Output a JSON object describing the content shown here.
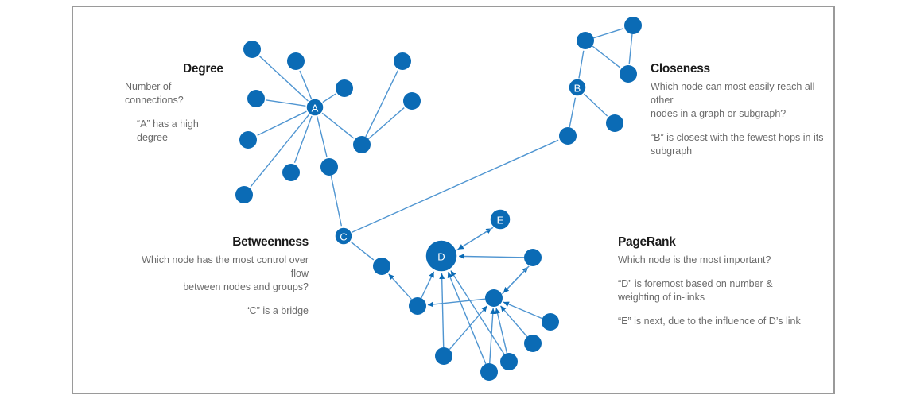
{
  "colors": {
    "node": "#0b6bb5",
    "edge": "#4f95d1",
    "frame": "#9a9a9a",
    "title_text": "#1a1a1a",
    "body_text": "#6b6b6b"
  },
  "sections": {
    "degree": {
      "title": "Degree",
      "question": "Number of connections?",
      "lines": [
        "“A” has a high degree"
      ]
    },
    "closeness": {
      "title": "Closeness",
      "question_lines": [
        "Which node can most easily reach all other",
        "nodes in a graph or subgraph?"
      ],
      "lines": [
        "“B” is closest with the fewest hops in its",
        "subgraph"
      ]
    },
    "betweenness": {
      "title": "Betweenness",
      "question_lines": [
        "Which node has the most control over flow",
        "between nodes and groups?"
      ],
      "lines": [
        "“C”  is  a bridge"
      ]
    },
    "pagerank": {
      "title": "PageRank",
      "question": "Which node is the most important?",
      "lines": [
        "“D” is foremost based on number &",
        "weighting of in-links"
      ],
      "lines2": [
        "“E” is next, due to the influence of D’s link"
      ]
    }
  },
  "graph": {
    "nodes": [
      {
        "id": "A",
        "label": "A",
        "size": "small"
      },
      {
        "id": "a1",
        "label": ""
      },
      {
        "id": "a2",
        "label": ""
      },
      {
        "id": "a3",
        "label": ""
      },
      {
        "id": "a4",
        "label": ""
      },
      {
        "id": "a5",
        "label": ""
      },
      {
        "id": "a6",
        "label": ""
      },
      {
        "id": "a7",
        "label": ""
      },
      {
        "id": "a8",
        "label": ""
      },
      {
        "id": "h2",
        "label": ""
      },
      {
        "id": "h2a",
        "label": ""
      },
      {
        "id": "h2b",
        "label": ""
      },
      {
        "id": "C",
        "label": "C"
      },
      {
        "id": "B",
        "label": "B"
      },
      {
        "id": "b1",
        "label": ""
      },
      {
        "id": "b2",
        "label": ""
      },
      {
        "id": "b3",
        "label": ""
      },
      {
        "id": "b4",
        "label": ""
      },
      {
        "id": "b5",
        "label": ""
      },
      {
        "id": "D",
        "label": "D",
        "size": "large"
      },
      {
        "id": "E",
        "label": "E"
      },
      {
        "id": "P",
        "label": ""
      },
      {
        "id": "R1",
        "label": ""
      },
      {
        "id": "L",
        "label": ""
      },
      {
        "id": "N1",
        "label": ""
      },
      {
        "id": "q1",
        "label": ""
      },
      {
        "id": "q2",
        "label": ""
      },
      {
        "id": "q3",
        "label": ""
      },
      {
        "id": "q4",
        "label": ""
      },
      {
        "id": "q5",
        "label": ""
      }
    ],
    "edges": [
      {
        "from": "A",
        "to": "a1"
      },
      {
        "from": "A",
        "to": "a2"
      },
      {
        "from": "A",
        "to": "a3"
      },
      {
        "from": "A",
        "to": "a4"
      },
      {
        "from": "A",
        "to": "a5"
      },
      {
        "from": "A",
        "to": "a6"
      },
      {
        "from": "A",
        "to": "a7"
      },
      {
        "from": "A",
        "to": "a8"
      },
      {
        "from": "A",
        "to": "h2"
      },
      {
        "from": "h2",
        "to": "h2a"
      },
      {
        "from": "h2",
        "to": "h2b"
      },
      {
        "from": "a8",
        "to": "C"
      },
      {
        "from": "C",
        "to": "b5"
      },
      {
        "from": "b5",
        "to": "B"
      },
      {
        "from": "B",
        "to": "b1"
      },
      {
        "from": "B",
        "to": "b4"
      },
      {
        "from": "b1",
        "to": "b2"
      },
      {
        "from": "b1",
        "to": "b3"
      },
      {
        "from": "b2",
        "to": "b3"
      },
      {
        "from": "C",
        "to": "N1"
      },
      {
        "from": "L",
        "to": "N1",
        "directed": true
      },
      {
        "from": "L",
        "to": "D",
        "directed": true
      },
      {
        "from": "P",
        "to": "L",
        "directed": true
      },
      {
        "from": "D",
        "to": "E",
        "directed": true
      },
      {
        "from": "E",
        "to": "D",
        "directed": true
      },
      {
        "from": "R1",
        "to": "D",
        "directed": true
      },
      {
        "from": "P",
        "to": "R1",
        "directed": true
      },
      {
        "from": "R1",
        "to": "P",
        "directed": true
      },
      {
        "from": "q1",
        "to": "D",
        "directed": true
      },
      {
        "from": "q1",
        "to": "P",
        "directed": true
      },
      {
        "from": "q2",
        "to": "D",
        "directed": true
      },
      {
        "from": "q2",
        "to": "P",
        "directed": true
      },
      {
        "from": "q3",
        "to": "D",
        "directed": true
      },
      {
        "from": "q3",
        "to": "P",
        "directed": true
      },
      {
        "from": "q4",
        "to": "P",
        "directed": true
      },
      {
        "from": "q5",
        "to": "P",
        "directed": true
      }
    ]
  }
}
